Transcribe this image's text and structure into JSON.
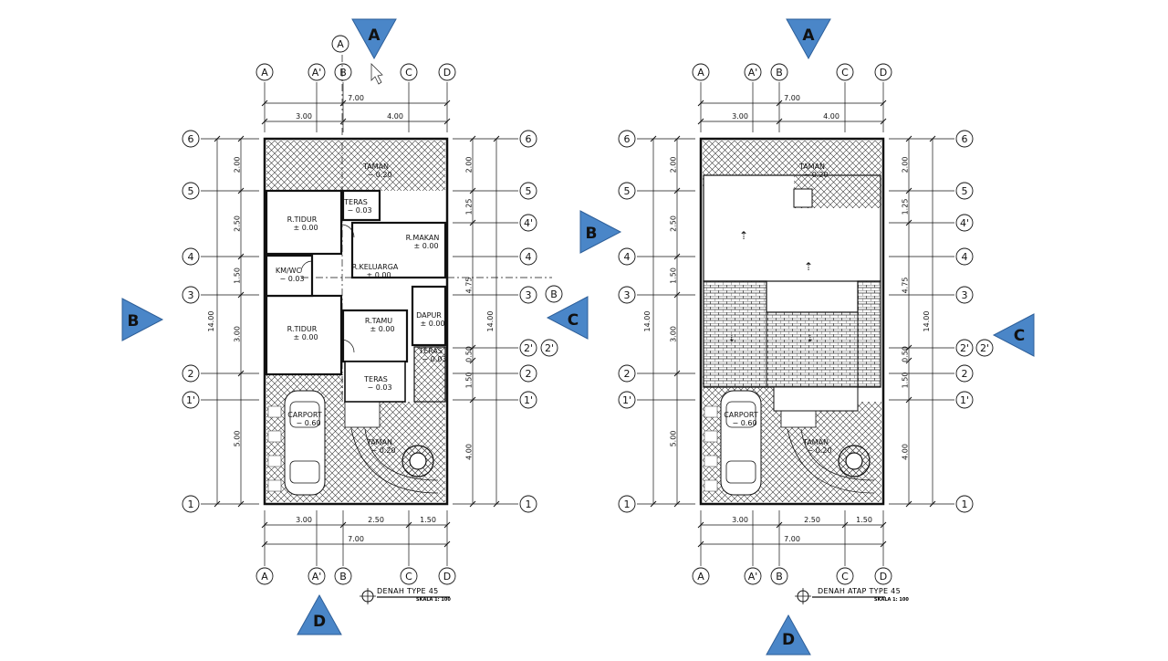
{
  "colors": {
    "marker_fill": "#4a86c8",
    "marker_stroke": "#2e5f99",
    "line": "#111111",
    "hatch": "#222222"
  },
  "grid_cols": [
    "A",
    "A'",
    "B",
    "C",
    "D"
  ],
  "grid_rows": [
    "6",
    "5",
    "4'",
    "4",
    "3",
    "2'",
    "2",
    "1'",
    "1"
  ],
  "top_dims": {
    "total": "7.00",
    "left": "3.00",
    "right": "4.00"
  },
  "bottom_dims": {
    "a": "3.00",
    "b": "2.50",
    "c": "1.50",
    "total": "7.00"
  },
  "left_dims": [
    "2.00",
    "2.50",
    "1.50",
    "3.00",
    "5.00"
  ],
  "left_total": "14.00",
  "right_dims": [
    "2.00",
    "1.25",
    "4.75",
    "0.50",
    "1.50",
    "4.00"
  ],
  "right_total": "14.00",
  "section_markers": {
    "a": "A",
    "b": "B",
    "c": "C",
    "d": "D"
  },
  "plans": [
    {
      "title": "DENAH  TYPE  45",
      "scale": "SKALA 1:   100",
      "rooms": [
        {
          "name": "TAMAN",
          "level": "− 0.20"
        },
        {
          "name": "TERAS",
          "level": "− 0.03"
        },
        {
          "name": "R.TIDUR",
          "level": "± 0.00"
        },
        {
          "name": "R.MAKAN",
          "level": "± 0.00"
        },
        {
          "name": "KM/WC",
          "level": "− 0.03"
        },
        {
          "name": "R.KELUARGA",
          "level": "± 0.00"
        },
        {
          "name": "R.TIDUR",
          "level": "± 0.00"
        },
        {
          "name": "R.TAMU",
          "level": "± 0.00"
        },
        {
          "name": "DAPUR",
          "level": "± 0.00"
        },
        {
          "name": "TERAS",
          "level": "− 0.03"
        },
        {
          "name": "TERAS",
          "level": "− 0.03"
        },
        {
          "name": "CARPORT",
          "level": "− 0.60"
        },
        {
          "name": "TAMAN",
          "level": "− 0.20"
        }
      ]
    },
    {
      "title": "DENAH  ATAP  TYPE  45",
      "scale": "SKALA 1:   100",
      "rooms": [
        {
          "name": "TAMAN",
          "level": "− 0.20"
        },
        {
          "name": "CARPORT",
          "level": "− 0.60"
        },
        {
          "name": "TAMAN",
          "level": "− 0.20"
        }
      ]
    }
  ]
}
